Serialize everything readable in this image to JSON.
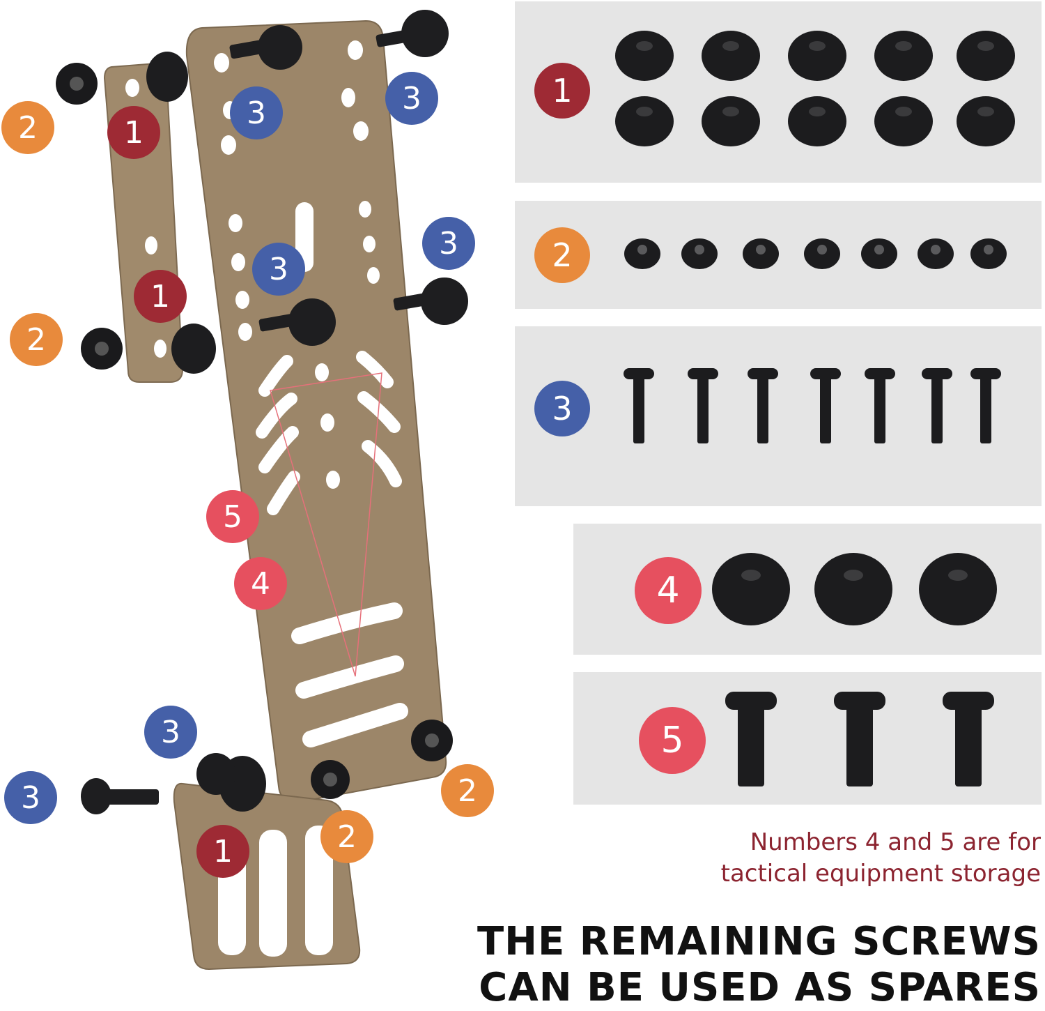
{
  "badges": {
    "one": "1",
    "two": "2",
    "three": "3",
    "four": "4",
    "five": "5"
  },
  "note": {
    "line1": "Numbers 4 and 5 are for",
    "line2": "tactical equipment storage"
  },
  "spares": {
    "line1": "THE REMAINING SCREWS",
    "line2": "CAN BE USED AS SPARES"
  },
  "colors": {
    "badge_1": "#9e2a34",
    "badge_2": "#e88a3c",
    "badge_3": "#4560a8",
    "badge_4_5": "#e6505f",
    "plate": "#9a8568",
    "panel": "#e5e5e5",
    "note_text": "#8c2430"
  }
}
